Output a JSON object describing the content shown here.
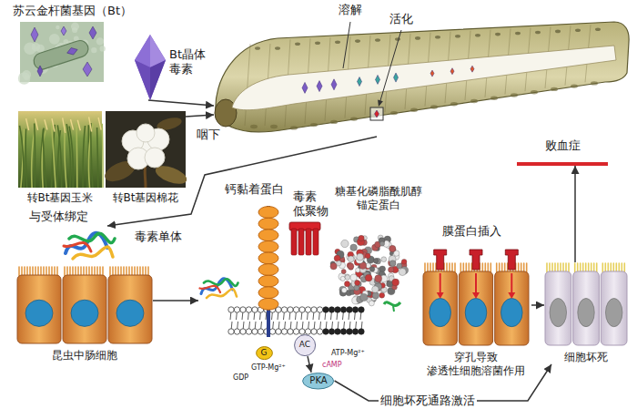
{
  "diagram": {
    "nodes": [
      {
        "text": [
          "苏云金杆菌基因（Bt）"
        ]
      },
      {
        "text": [
          "Bt晶体 毒素"
        ]
      },
      {
        "text": [
          "转Bt基因玉米"
        ]
      },
      {
        "text": [
          "转Bt基因棉花"
        ]
      },
      {
        "text": [
          "溶解",
          "活化"
        ]
      },
      {
        "text": [
          "毒素单体"
        ]
      },
      {
        "text": [
          "昆虫中肠细胞"
        ]
      },
      {
        "text": [
          "钙黏着蛋白"
        ]
      },
      {
        "text": [
          "毒素 低聚物"
        ]
      },
      {
        "text": [
          "糖基化磷脂酰肌醇 锚定蛋白"
        ]
      },
      {
        "text": [
          "膜蛋白插入",
          "穿孔导致 渗透性细胞溶菌作用"
        ]
      },
      {
        "text": [
          "细胞坏死"
        ]
      },
      {
        "text": [
          "败血症"
        ]
      },
      {
        "text": [
          "G"
        ]
      },
      {
        "text": [
          "AC"
        ]
      },
      {
        "text": [
          "PKA"
        ]
      }
    ],
    "edges": [
      {
        "from": 1,
        "to": 4,
        "arrow": "to"
      },
      {
        "from": 3,
        "to": 4,
        "label": "咽下",
        "arrow": "to"
      },
      {
        "from": 4,
        "to": 5,
        "label": "与受体绑定",
        "arrow": "to"
      },
      {
        "from": 6,
        "to": 7,
        "arrow": "to"
      },
      {
        "from": 10,
        "to": 11,
        "arrow": "to"
      },
      {
        "from": 11,
        "to": 12,
        "arrow": "to"
      },
      {
        "from": 15,
        "to": 11,
        "label": "细胞坏死通路激活",
        "arrow": "to"
      },
      {
        "from": 14,
        "to": 15,
        "label": "cAMP",
        "arrow": "to"
      }
    ],
    "labels": [
      "GDP",
      "GTP-Mg²⁺",
      "ATP-Mg²⁺"
    ]
  }
}
